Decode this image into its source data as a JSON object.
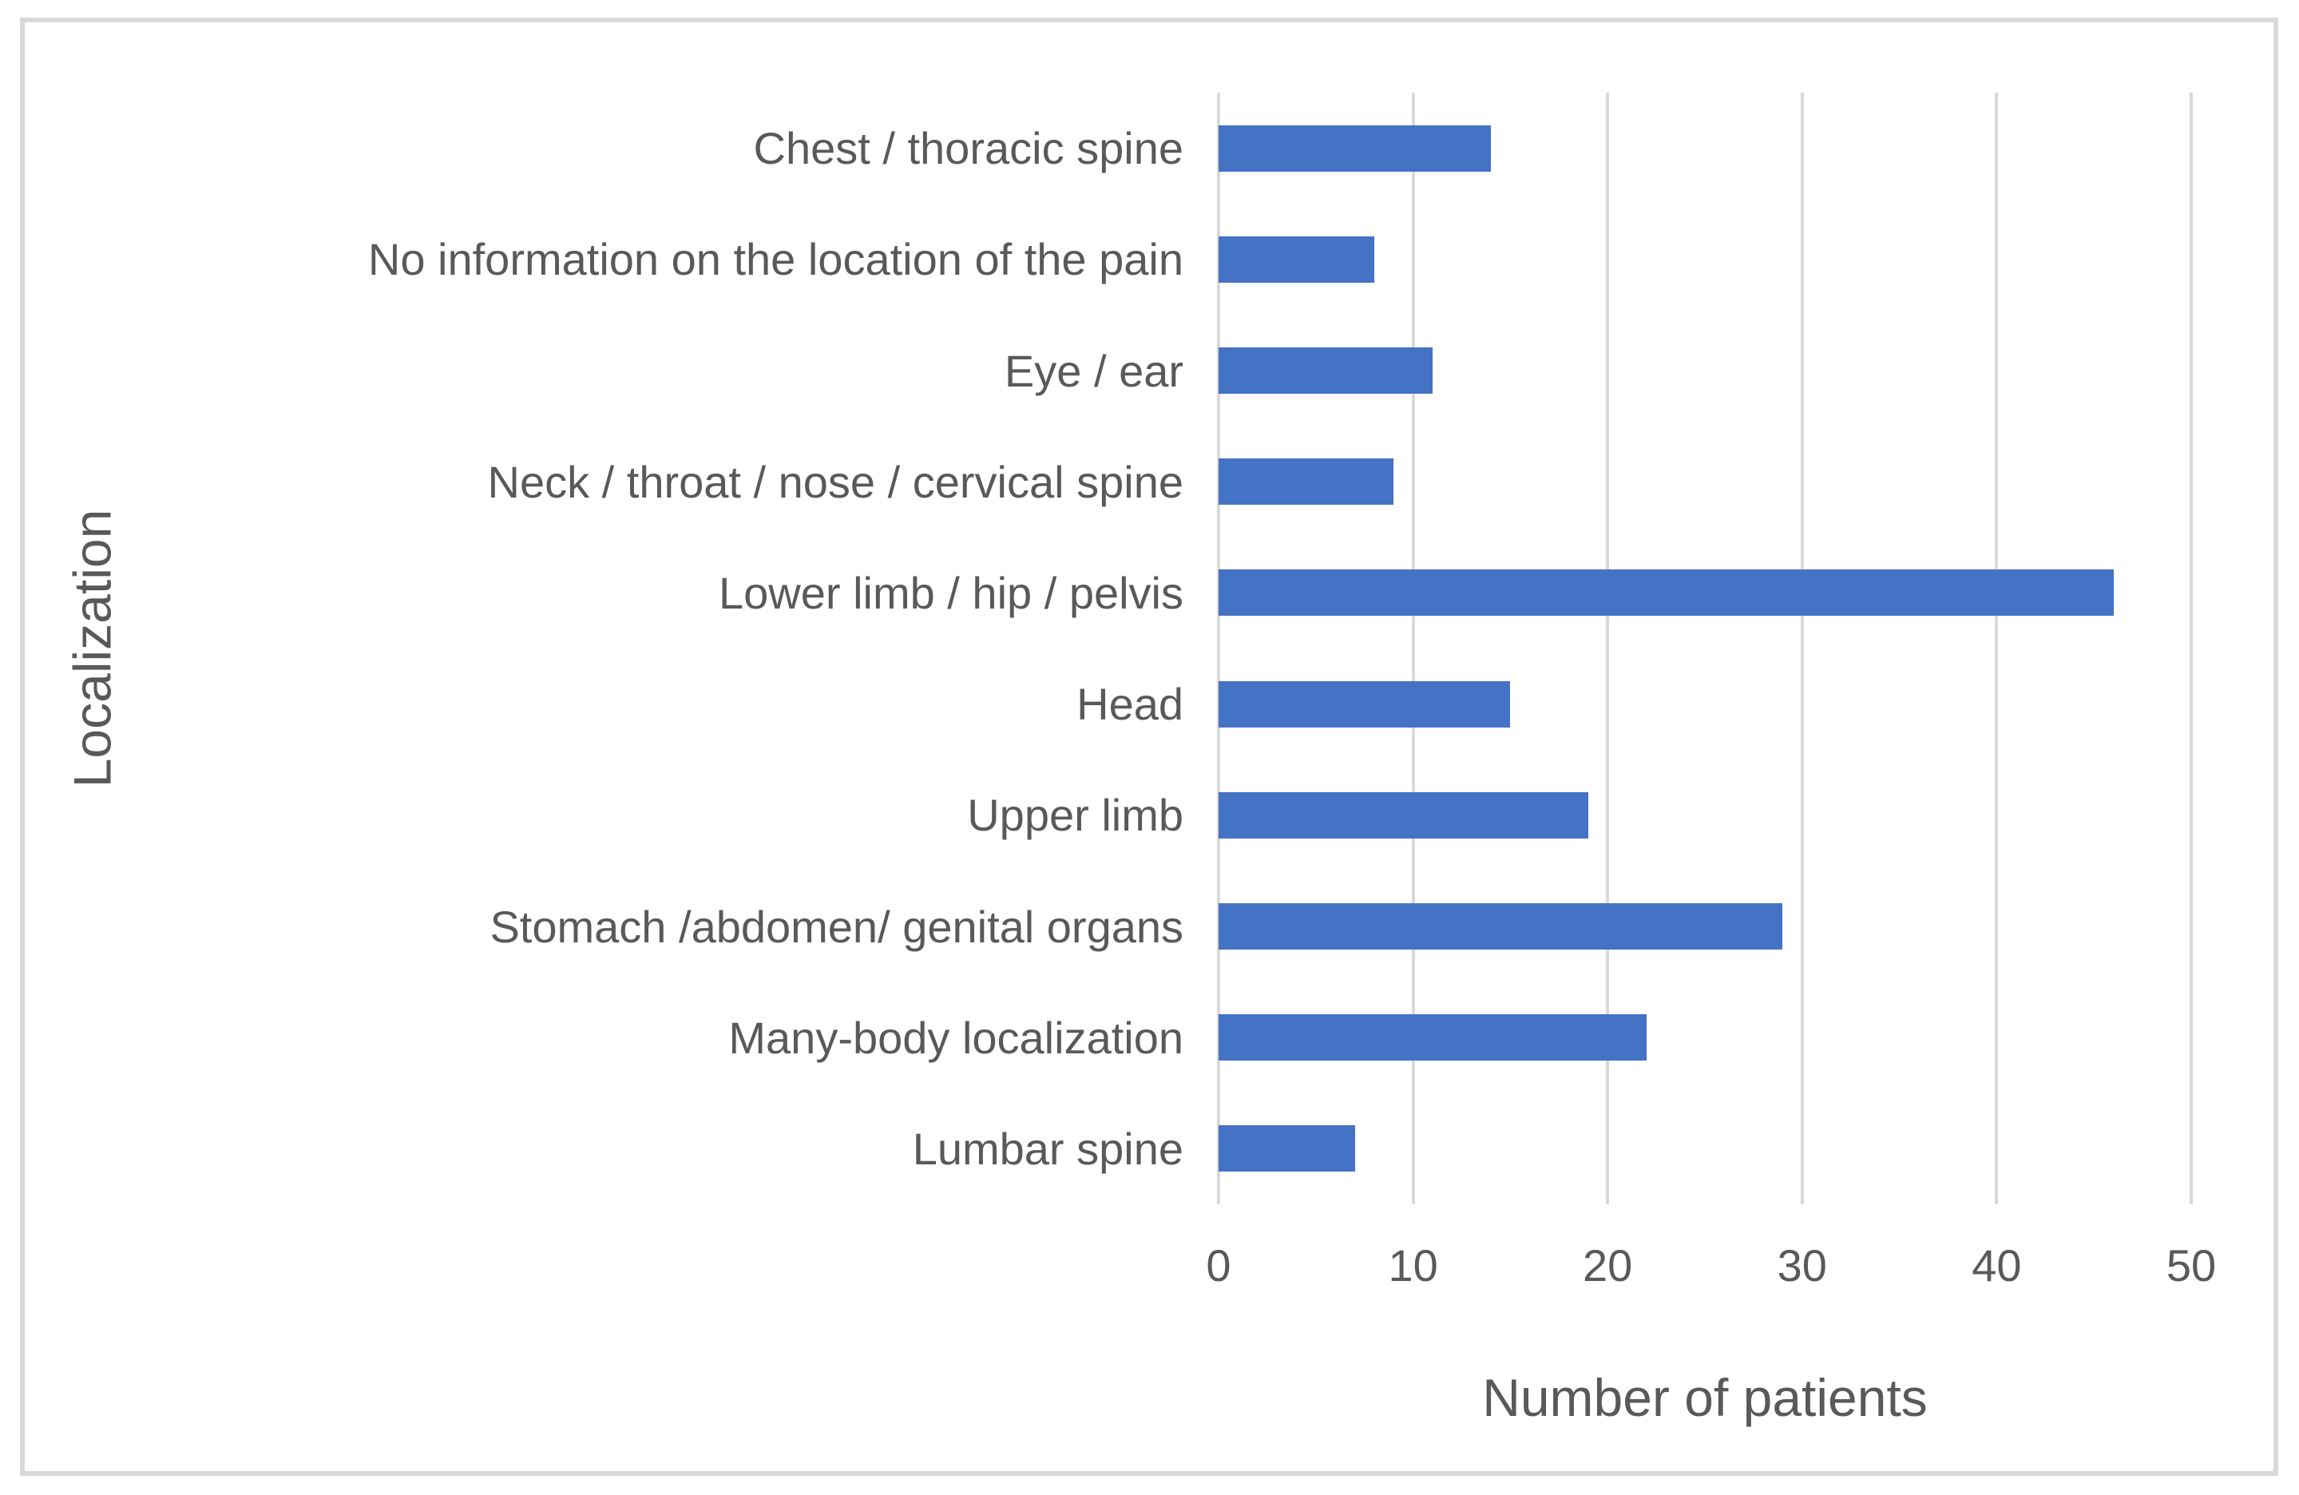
{
  "figure": {
    "background": "#ffffff",
    "border_color": "#d9d9d9"
  },
  "chart_data": {
    "type": "bar",
    "orientation": "horizontal",
    "title": "",
    "xlabel": "Number of patients",
    "ylabel": "Localization",
    "categories": [
      "Chest / thoracic spine",
      "No information on the location of the pain",
      "Eye / ear",
      "Neck / throat / nose / cervical spine",
      "Lower limb / hip / pelvis",
      "Head",
      "Upper limb",
      "Stomach /abdomen/ genital organs",
      "Many-body localization",
      "Lumbar spine"
    ],
    "values": [
      14,
      8,
      11,
      9,
      46,
      15,
      19,
      29,
      22,
      7
    ],
    "xlim": [
      0,
      50
    ],
    "xticks": [
      0,
      10,
      20,
      30,
      40,
      50
    ],
    "grid": true,
    "legend": "none",
    "bar_color": "#4472c4",
    "gridline_color": "#d9d9d9",
    "text_color": "#595959"
  }
}
